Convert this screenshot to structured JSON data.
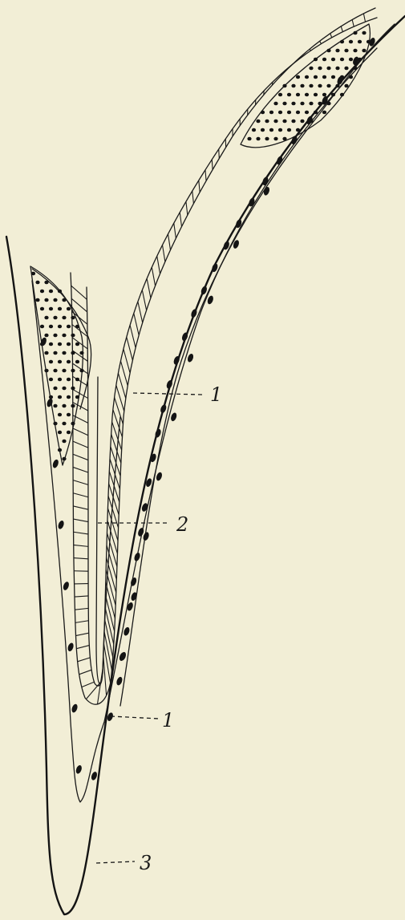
{
  "figure": {
    "background": "#f2eed6",
    "ink": "#141414",
    "labels": [
      {
        "id": "label-1-upper",
        "text": "1"
      },
      {
        "id": "label-2",
        "text": "2"
      },
      {
        "id": "label-1-lower",
        "text": "1"
      },
      {
        "id": "label-3",
        "text": "3"
      }
    ]
  }
}
